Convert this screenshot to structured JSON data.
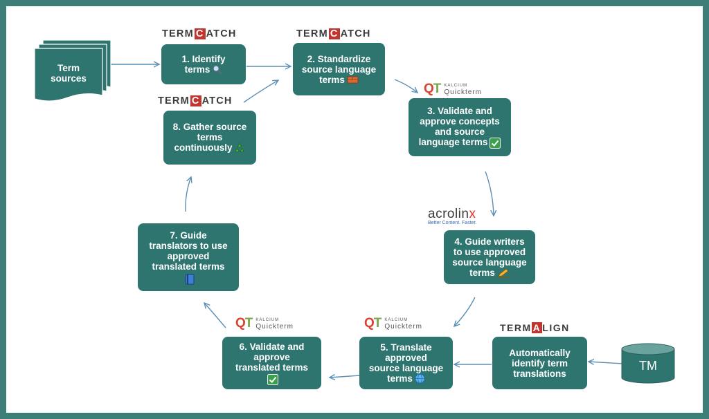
{
  "sources": {
    "label": "Term\nsources"
  },
  "tm": {
    "label": "TM"
  },
  "logos": {
    "termcatch": {
      "pre": "TERM",
      "mid": "C",
      "post": "ATCH"
    },
    "quickterm": {
      "mark_q": "Q",
      "mark_t": "T",
      "small": "KALCIUM",
      "big": "Quickterm"
    },
    "acrolinx": {
      "name_a": "acrolin",
      "name_x": "x",
      "tagline": "Better Content. Faster."
    },
    "termalign": {
      "pre": "TERM",
      "mid": "A",
      "post": "LIGN"
    }
  },
  "steps": [
    {
      "label": "1. Identify\nterms",
      "icon": "magnifier-icon"
    },
    {
      "label": "2. Standardize\nsource language\nterms",
      "icon": "brick-icon"
    },
    {
      "label": "3. Validate and\napprove concepts\nand source\nlanguage terms",
      "icon": "checkmark-icon"
    },
    {
      "label": "4. Guide writers\nto use approved\nsource language\nterms",
      "icon": "pencil-icon"
    },
    {
      "label": "5. Translate\napproved\nsource language\nterms",
      "icon": "globe-icon"
    },
    {
      "label": "6. Validate and\napprove\ntranslated terms",
      "icon": "checkmark-icon"
    },
    {
      "label": "7. Guide\ntranslators to use\napproved\ntranslated terms",
      "icon": "book-icon"
    },
    {
      "label": "8. Gather source\nterms\ncontinuously",
      "icon": "recycle-icon"
    }
  ],
  "auto": {
    "label": "Automatically\nidentify term\ntranslations"
  },
  "colors": {
    "box": "#2e7570",
    "frame": "#3d7d77",
    "arrow": "#5b8fb5"
  }
}
